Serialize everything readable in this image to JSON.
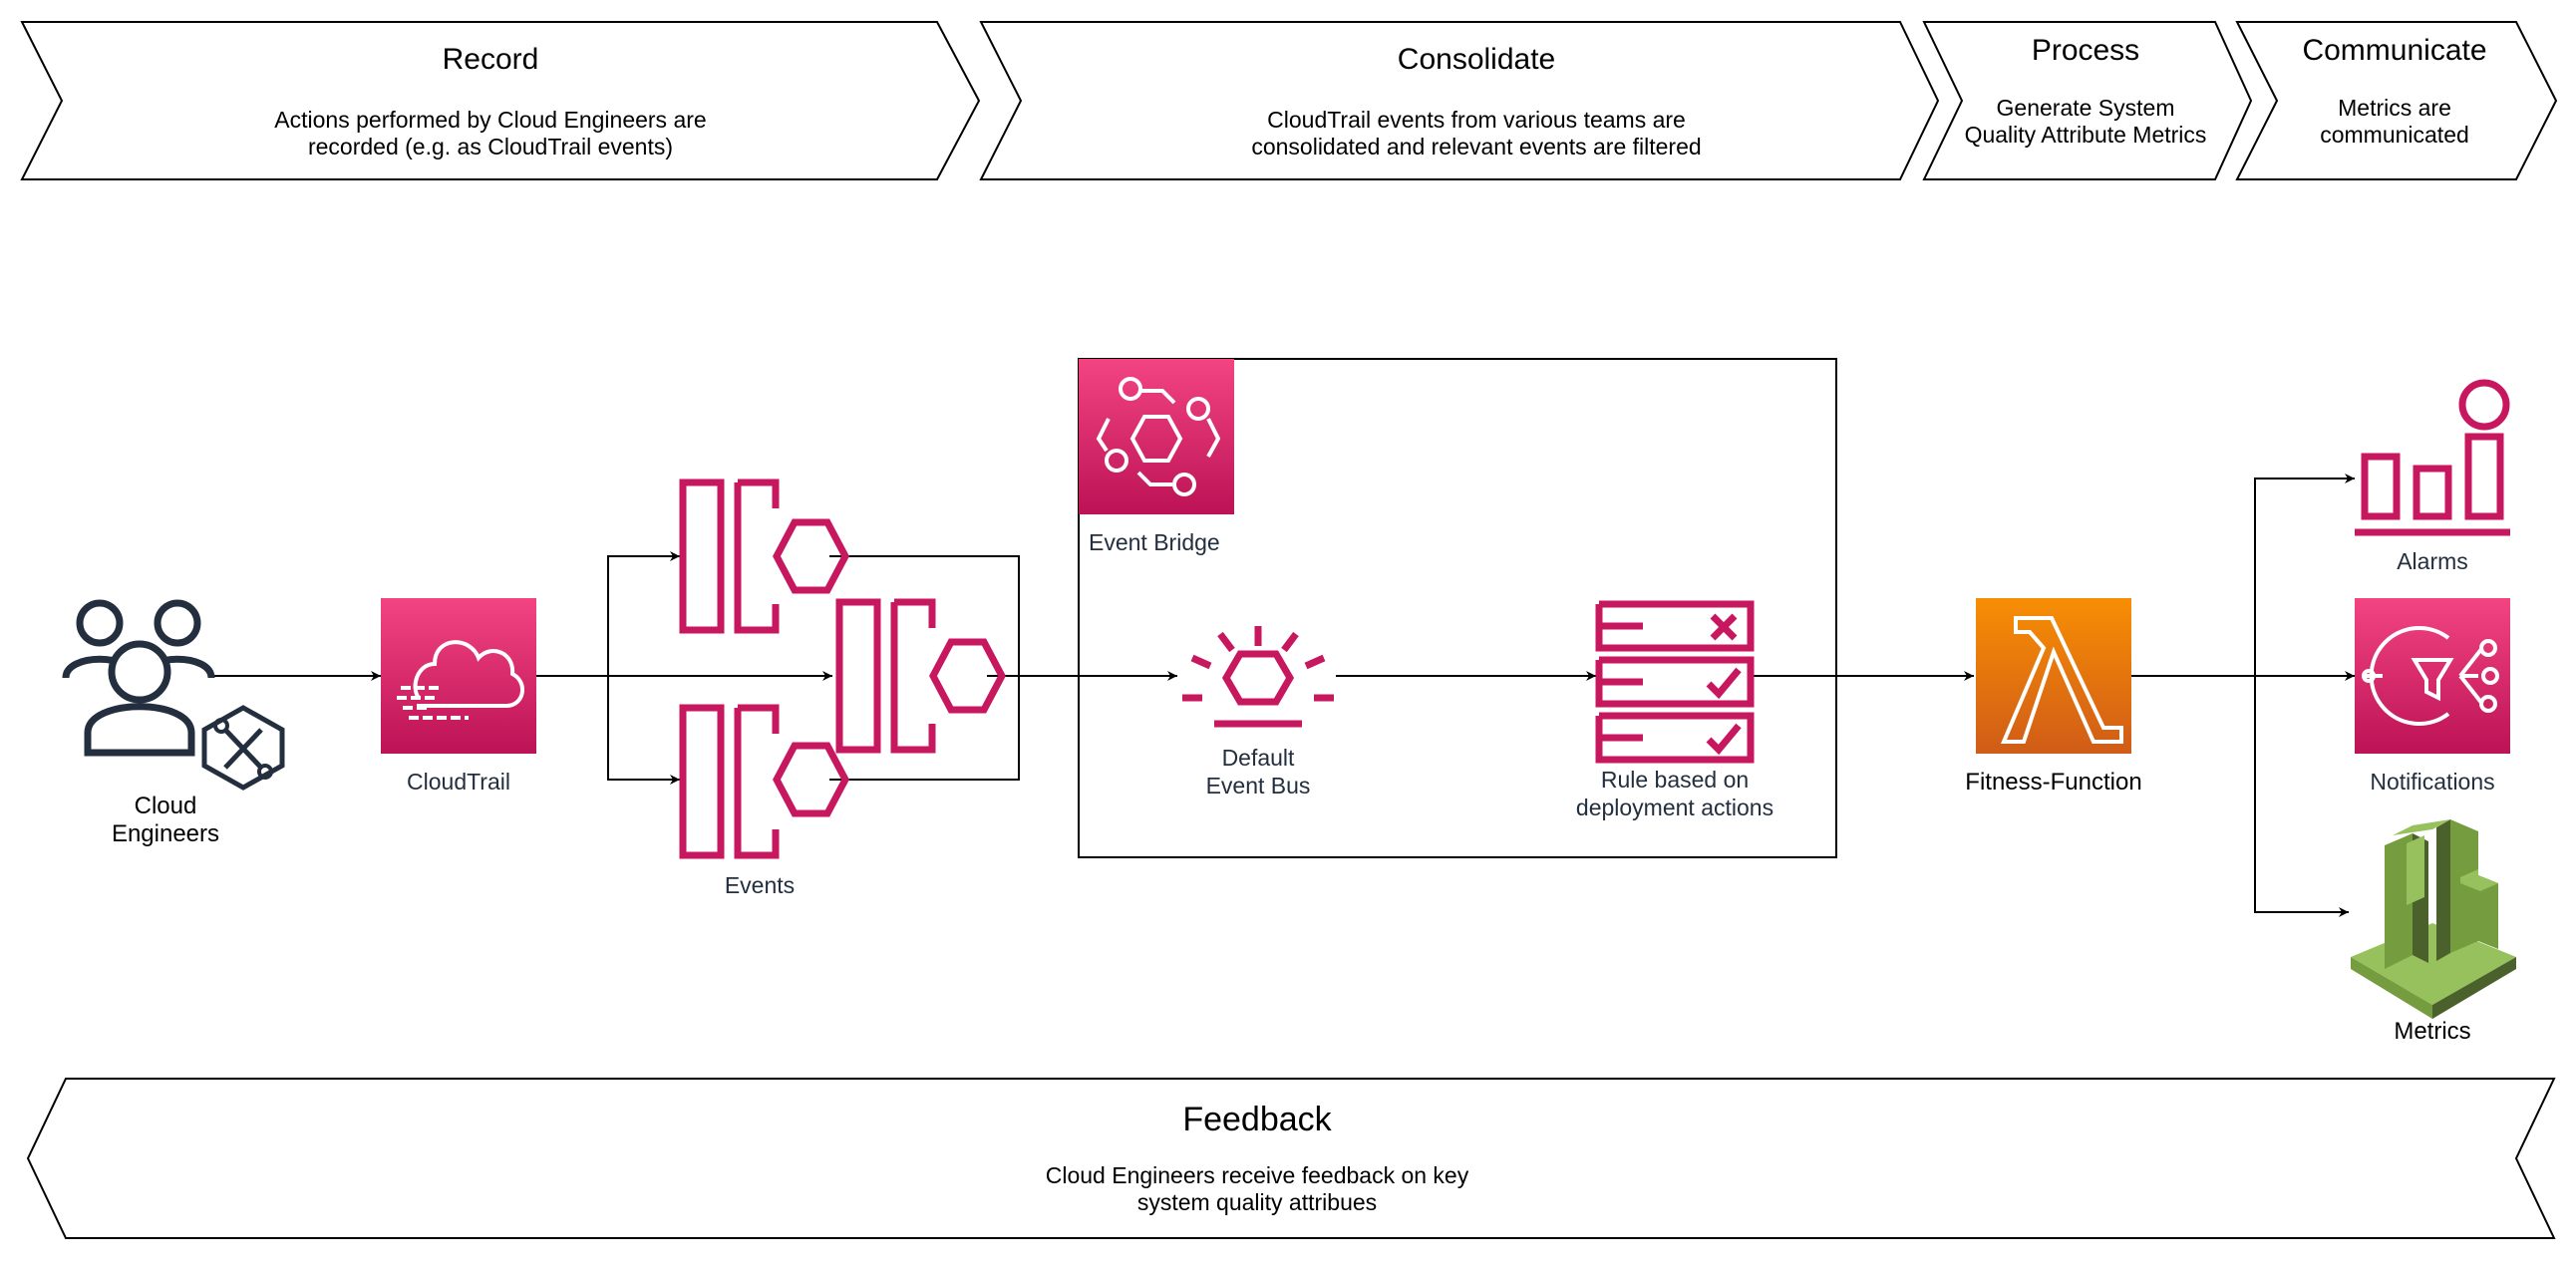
{
  "stages": {
    "record": {
      "title": "Record",
      "desc_lines": [
        "Actions performed by Cloud Engineers are",
        "recorded (e.g. as CloudTrail events)"
      ]
    },
    "consolidate": {
      "title": "Consolidate",
      "desc_lines": [
        "CloudTrail events from various teams are",
        "consolidated and relevant events are filtered"
      ]
    },
    "process": {
      "title": "Process",
      "desc_lines": [
        "Generate System",
        "Quality Attribute Metrics"
      ]
    },
    "communicate": {
      "title": "Communicate",
      "desc_lines": [
        "Metrics are",
        "communicated"
      ]
    }
  },
  "nodes": {
    "cloud_engineers": {
      "label_lines": [
        "Cloud",
        "Engineers"
      ]
    },
    "cloudtrail": {
      "label": "CloudTrail"
    },
    "events": {
      "label": "Events"
    },
    "event_bridge": {
      "label": "Event Bridge"
    },
    "default_event_bus": {
      "label_lines": [
        "Default",
        "Event Bus"
      ]
    },
    "rule": {
      "label_lines": [
        "Rule based on",
        "deployment actions"
      ]
    },
    "fitness_function": {
      "label": "Fitness-Function"
    },
    "alarms": {
      "label": "Alarms"
    },
    "notifications": {
      "label": "Notifications"
    },
    "metrics": {
      "label": "Metrics"
    }
  },
  "feedback": {
    "title": "Feedback",
    "desc_lines": [
      "Cloud Engineers receive feedback on key",
      "system quality attribues"
    ]
  },
  "colors": {
    "pink_accent": "#c7175e",
    "pink_gradient_top": "#f34482",
    "pink_gradient_bottom": "#bc1356",
    "lambda_gradient_top": "#f78e04",
    "lambda_gradient_bottom": "#d05c17",
    "metrics_green": "#759c3e",
    "metrics_green_light": "#97c15c",
    "metrics_green_dark": "#4b612c",
    "engineers_stroke": "#232f3e"
  },
  "icons": {
    "cloud_engineers": "users-with-tools-icon",
    "cloudtrail": "cloudtrail-icon",
    "events": "event-icon",
    "event_bridge": "eventbridge-icon",
    "default_event_bus": "event-bus-icon",
    "rule": "rule-icon",
    "fitness_function": "lambda-icon",
    "alarms": "alarm-chart-icon",
    "notifications": "notification-icon",
    "metrics": "cloudwatch-metrics-icon"
  }
}
